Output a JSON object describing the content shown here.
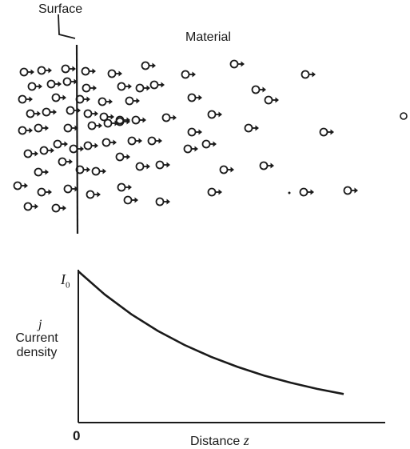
{
  "labels": {
    "surface": "Surface",
    "material": "Material",
    "i0_main": "I",
    "i0_sub": "0",
    "j_symbol": "j",
    "current": "Current",
    "density": "density",
    "origin": "0",
    "distance": "Distance",
    "z_symbol": "z"
  },
  "particle_icon": "electron-arrow-icon",
  "chart_data": {
    "type": "line",
    "title": "",
    "xlabel": "Distance z",
    "ylabel": "j Current density",
    "x": [
      0,
      0.1,
      0.2,
      0.3,
      0.4,
      0.5,
      0.6,
      0.7,
      0.8,
      0.9,
      1.0
    ],
    "series": [
      {
        "values": [
          1.0,
          0.846,
          0.716,
          0.606,
          0.513,
          0.435,
          0.368,
          0.311,
          0.264,
          0.223,
          0.189
        ]
      }
    ],
    "y_tick_labels": [
      "I0"
    ],
    "x_tick_labels": [
      "0"
    ],
    "decay": "exponential"
  },
  "colors": {
    "ink": "#1a1a1a",
    "paper": "#ffffff"
  }
}
